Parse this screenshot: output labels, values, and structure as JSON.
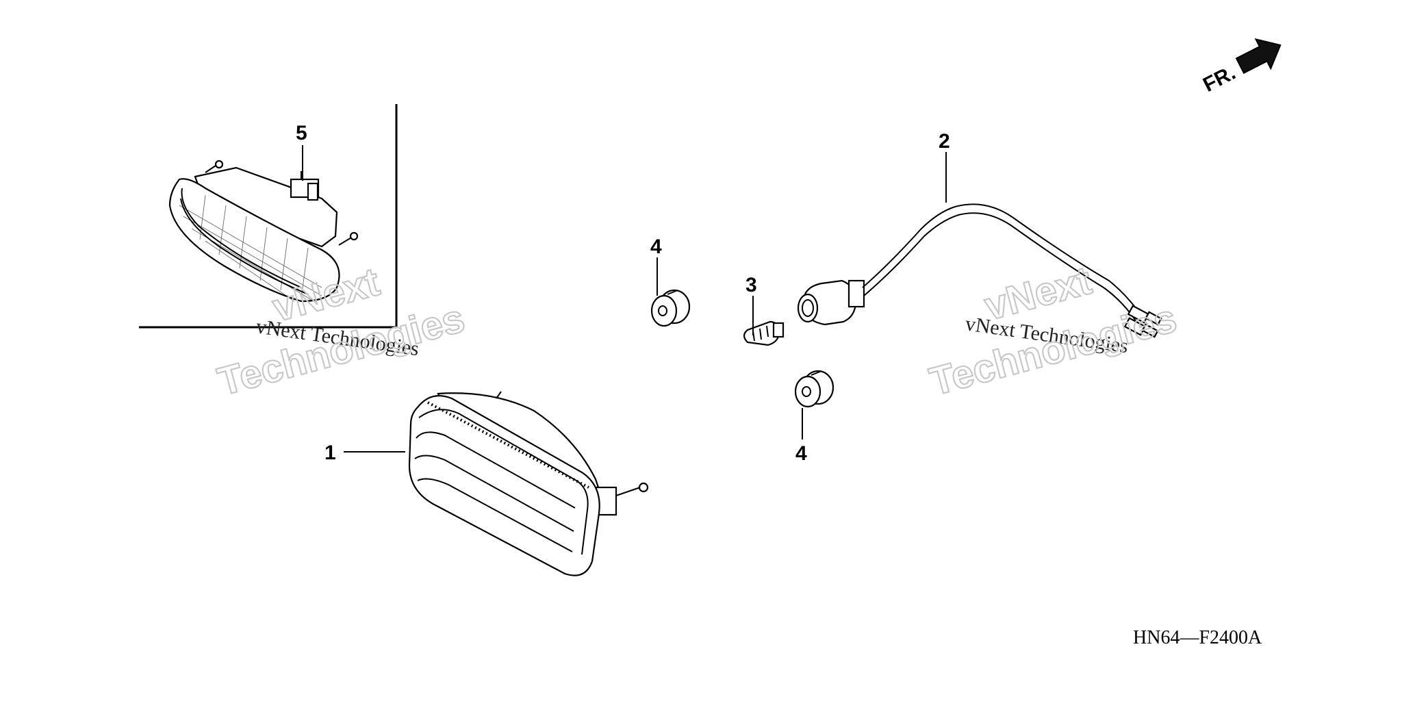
{
  "diagram": {
    "callouts": [
      "1",
      "2",
      "3",
      "4",
      "4",
      "5"
    ],
    "diagram_code": "HN64—F2400A",
    "direction_label": "FR.",
    "watermark": {
      "line1": "vNext Technologies",
      "big_top": "vNext",
      "big_bottom": "Technologies"
    },
    "icons": [
      "front-direction-arrow-icon"
    ]
  }
}
